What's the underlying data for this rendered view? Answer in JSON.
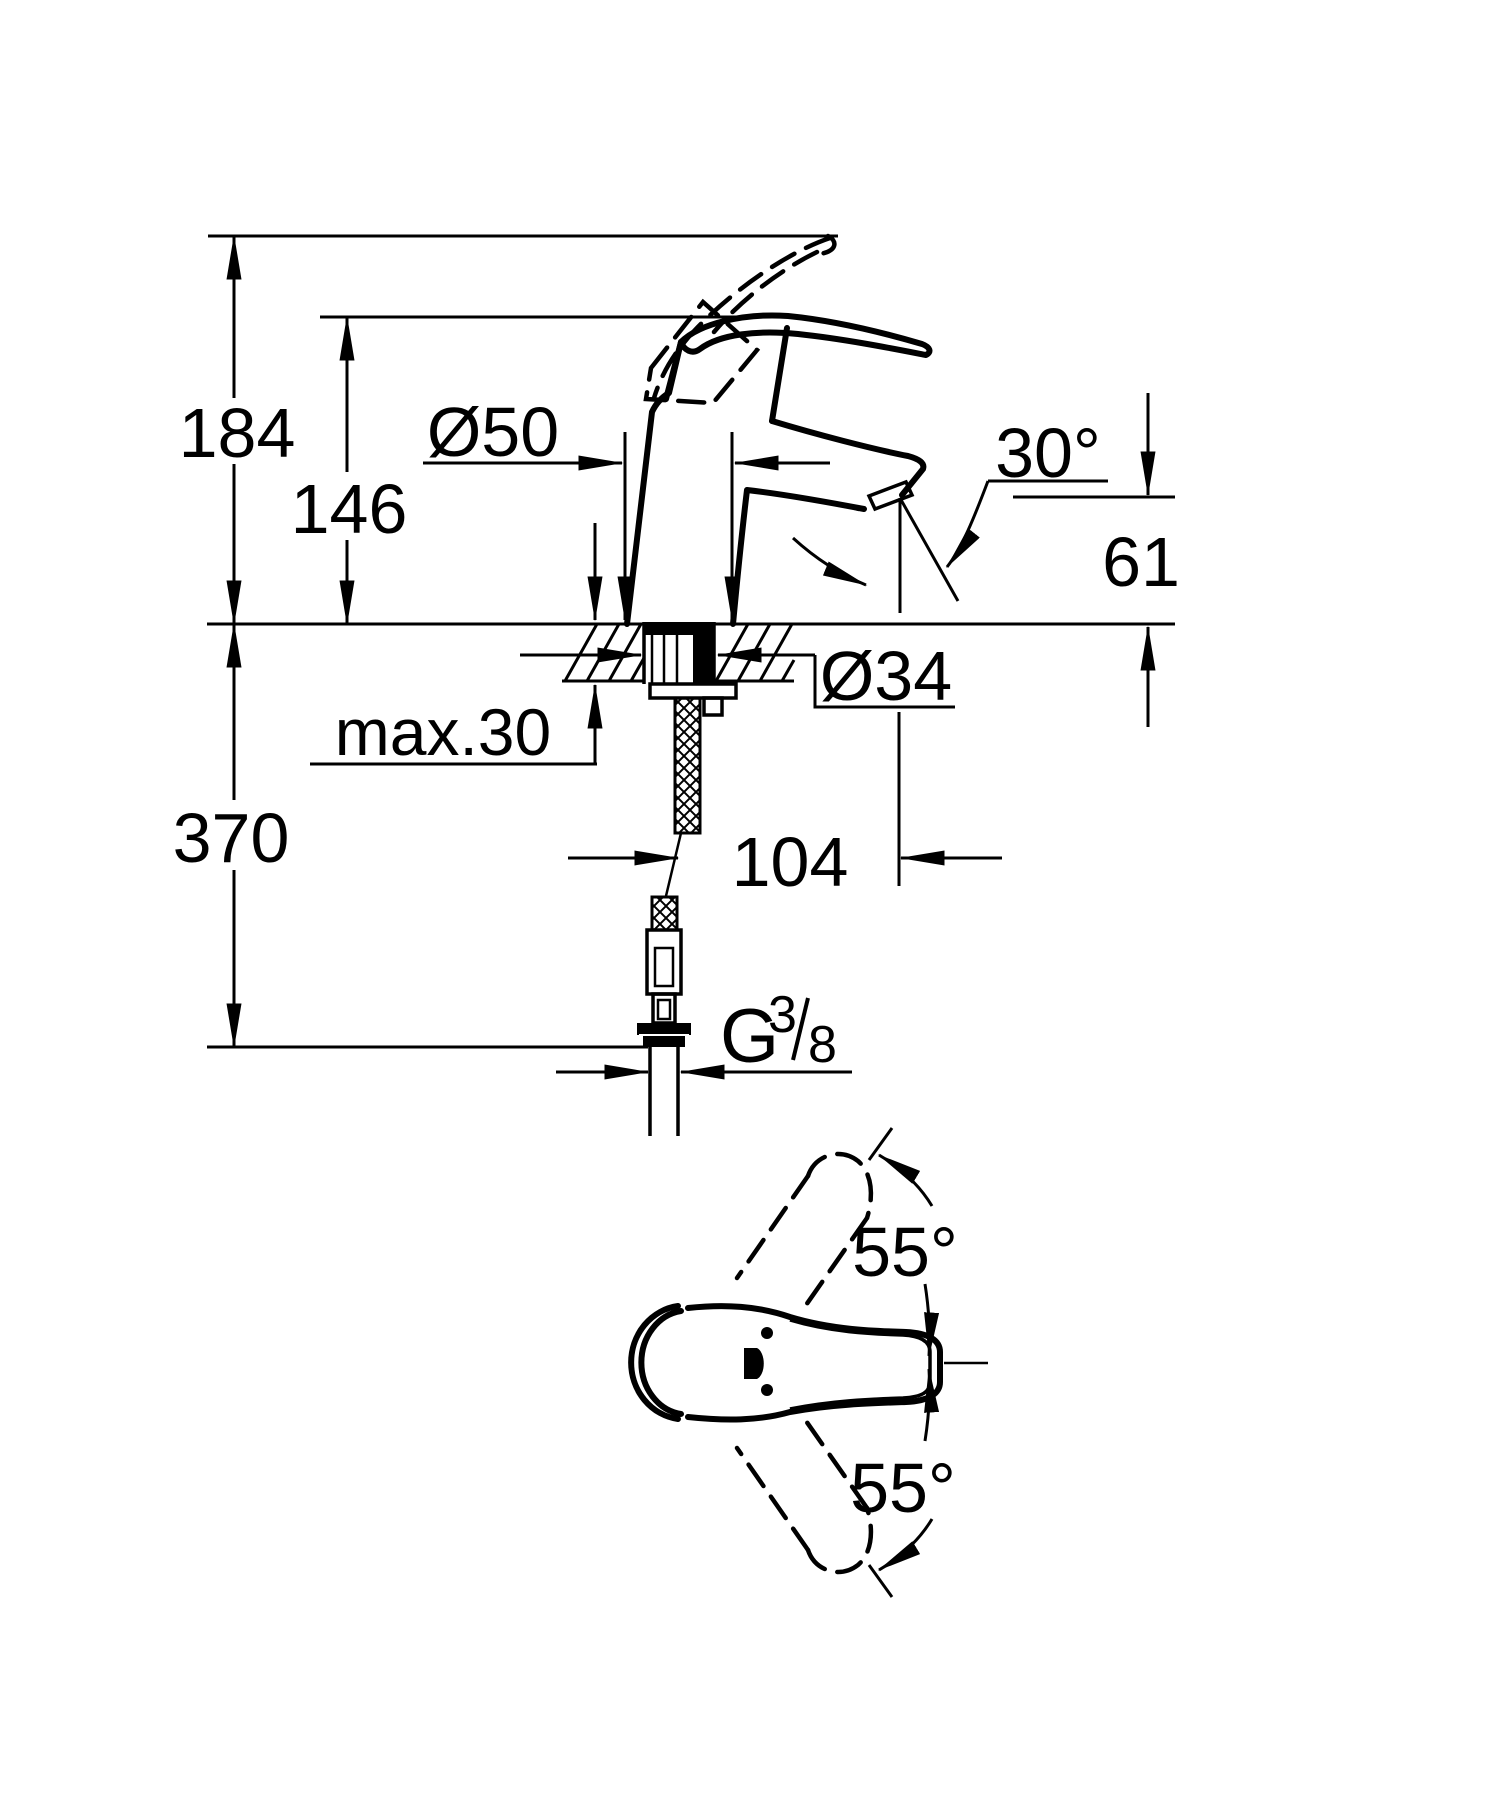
{
  "page": {
    "background": "#ffffff",
    "line_color": "#000000",
    "description": "Technical dimension drawing of a single-lever basin mixer faucet, front view with installation dimensions and top view with handle swing angles"
  },
  "front_view": {
    "overall_height": "184",
    "handle_height": "146",
    "base_diameter": "Ø50",
    "spout_angle": "30°",
    "spout_outlet_height": "61",
    "mount_hole_diameter": "Ø34",
    "max_deck_thickness": "max.30",
    "spout_reach": "104",
    "hose_length": "370",
    "thread": {
      "letter": "G",
      "numerator": "3",
      "denominator": "8"
    }
  },
  "top_view": {
    "swing_up": "55°",
    "swing_down": "55°"
  }
}
